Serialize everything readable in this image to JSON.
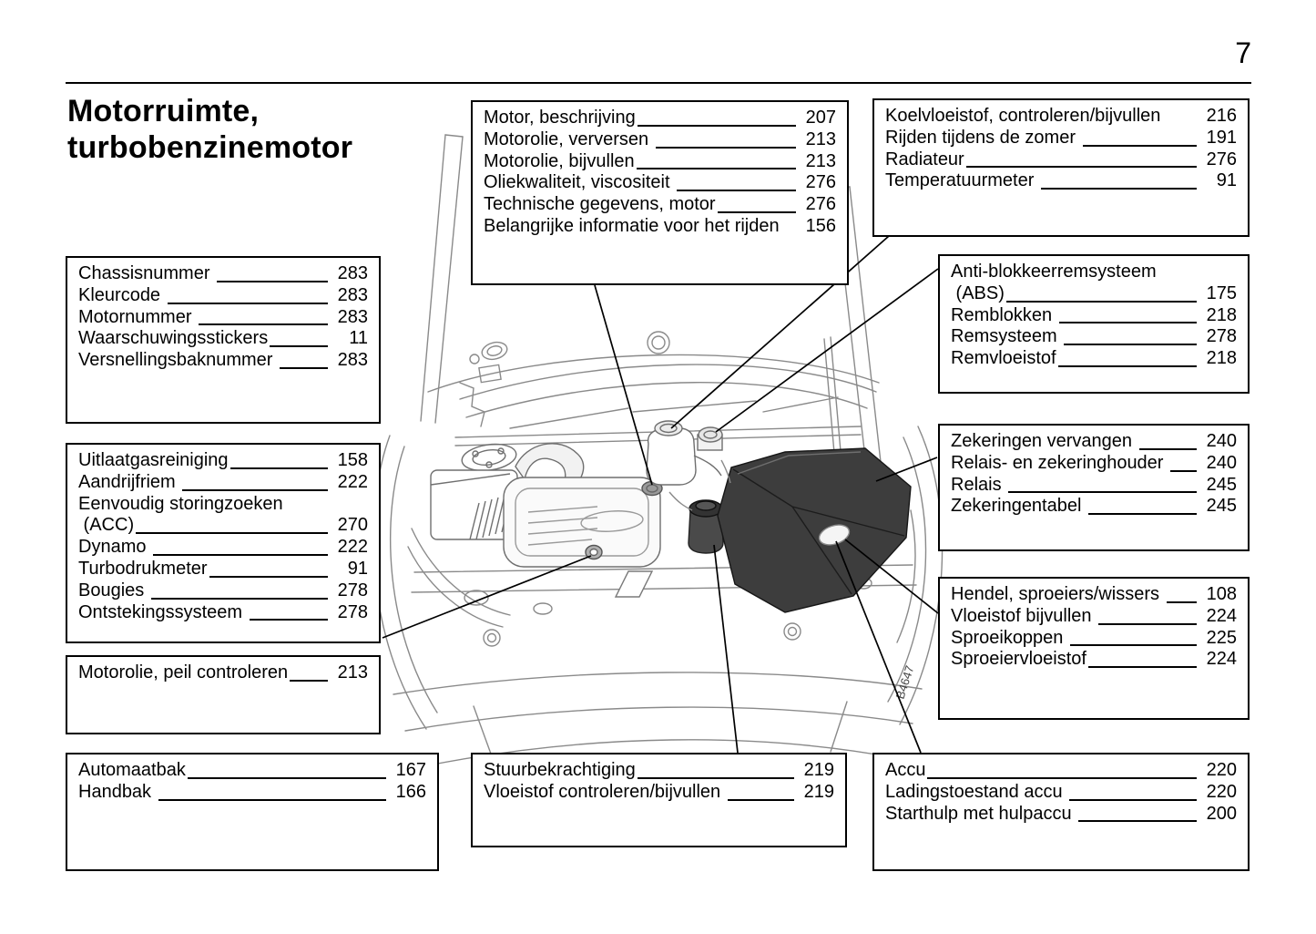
{
  "page": {
    "number": "7",
    "title_line1": "Motorruimte,",
    "title_line2": "turbobenzinemotor"
  },
  "figure": {
    "id_label": "B4647"
  },
  "boxes": {
    "motor": {
      "entries": [
        {
          "label": "Motor, beschrijving",
          "page": "207",
          "leader": true
        },
        {
          "label": "Motorolie, verversen ",
          "page": "213",
          "leader": true
        },
        {
          "label": "Motorolie, bijvullen",
          "page": "213",
          "leader": true
        },
        {
          "label": "Oliekwaliteit, viscositeit ",
          "page": "276",
          "leader": true
        },
        {
          "label": "Technische gegevens, motor",
          "page": "276",
          "leader": true
        },
        {
          "label": "Belangrijke informatie voor het rijden",
          "page": "156",
          "leader": false
        }
      ]
    },
    "koelvloeistof": {
      "entries": [
        {
          "label": "Koelvloeistof, controleren/bijvullen",
          "page": "216",
          "leader": false
        },
        {
          "label": "Rijden tijdens de zomer ",
          "page": "191",
          "leader": true
        },
        {
          "label": "Radiateur",
          "page": "276",
          "leader": true
        },
        {
          "label": "Temperatuurmeter ",
          "page": "91",
          "leader": true
        }
      ]
    },
    "chassis": {
      "entries": [
        {
          "label": "Chassisnummer ",
          "page": "283",
          "leader": true
        },
        {
          "label": "Kleurcode ",
          "page": "283",
          "leader": true
        },
        {
          "label": "Motornummer ",
          "page": "283",
          "leader": true
        },
        {
          "label": "Waarschuwingsstickers",
          "page": "11",
          "leader": true
        },
        {
          "label": "Versnellingsbaknummer ",
          "page": "283",
          "leader": true
        }
      ]
    },
    "abs": {
      "entries": [
        {
          "label": "Anti-blokkeerremsysteem",
          "page": "",
          "leader": false
        },
        {
          "label": " (ABS)",
          "page": "175",
          "leader": true
        },
        {
          "label": "Remblokken ",
          "page": "218",
          "leader": true
        },
        {
          "label": "Remsysteem ",
          "page": "278",
          "leader": true
        },
        {
          "label": "Remvloeistof",
          "page": "218",
          "leader": true
        }
      ]
    },
    "uitlaat": {
      "entries": [
        {
          "label": "Uitlaatgasreiniging",
          "page": "158",
          "leader": true
        },
        {
          "label": "Aandrijfriem ",
          "page": "222",
          "leader": true
        },
        {
          "label": "Eenvoudig storingzoeken",
          "page": "",
          "leader": false
        },
        {
          "label": " (ACC)",
          "page": "270",
          "leader": true
        },
        {
          "label": "Dynamo ",
          "page": "222",
          "leader": true
        },
        {
          "label": "Turbodrukmeter",
          "page": "91",
          "leader": true
        },
        {
          "label": "Bougies ",
          "page": "278",
          "leader": true
        },
        {
          "label": "Ontstekingssysteem ",
          "page": "278",
          "leader": true
        }
      ]
    },
    "zekeringen": {
      "entries": [
        {
          "label": "Zekeringen vervangen ",
          "page": "240",
          "leader": true
        },
        {
          "label": "Relais- en zekeringhouder ",
          "page": "240",
          "leader": true
        },
        {
          "label": "Relais ",
          "page": "245",
          "leader": true
        },
        {
          "label": "Zekeringentabel ",
          "page": "245",
          "leader": true
        }
      ]
    },
    "hendel": {
      "entries": [
        {
          "label": "Hendel, sproeiers/wissers ",
          "page": "108",
          "leader": true
        },
        {
          "label": "Vloeistof bijvullen ",
          "page": "224",
          "leader": true
        },
        {
          "label": "Sproeikoppen ",
          "page": "225",
          "leader": true
        },
        {
          "label": "Sproeiervloeistof",
          "page": "224",
          "leader": true
        }
      ]
    },
    "motorolie_peil": {
      "entries": [
        {
          "label": "Motorolie, peil controleren",
          "page": "213",
          "leader": true
        }
      ]
    },
    "automaatbak": {
      "entries": [
        {
          "label": "Automaatbak",
          "page": "167",
          "leader": true
        },
        {
          "label": "Handbak ",
          "page": "166",
          "leader": true
        }
      ]
    },
    "stuur": {
      "entries": [
        {
          "label": "Stuurbekrachtiging",
          "page": "219",
          "leader": true
        },
        {
          "label": "Vloeistof controleren/bijvullen ",
          "page": "219",
          "leader": true
        }
      ]
    },
    "accu": {
      "entries": [
        {
          "label": "Accu",
          "page": "220",
          "leader": true
        },
        {
          "label": "Ladingstoestand accu ",
          "page": "220",
          "leader": true
        },
        {
          "label": "Starthulp met hulpaccu ",
          "page": "200",
          "leader": true
        }
      ]
    }
  }
}
